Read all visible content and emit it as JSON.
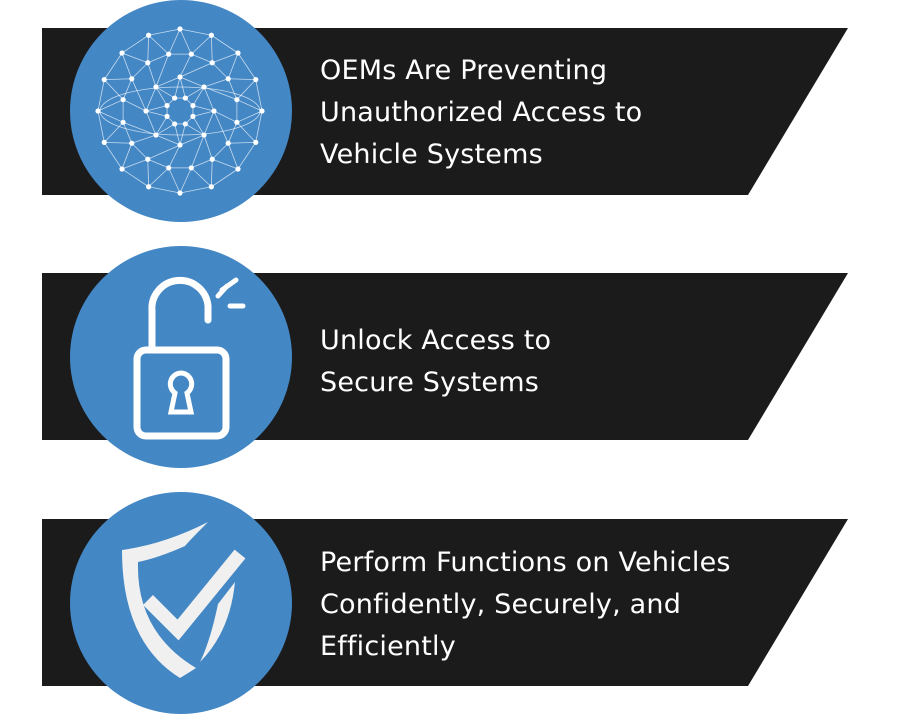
{
  "colors": {
    "bar": "#1b1b1b",
    "circle": "#4387c5",
    "icon": "#ffffff"
  },
  "items": [
    {
      "icon": "network-globe-icon",
      "lines": [
        "OEMs Are Preventing",
        "Unauthorized Access to",
        "Vehicle Systems"
      ]
    },
    {
      "icon": "unlocked-padlock-icon",
      "lines": [
        "Unlock Access to",
        "Secure Systems"
      ]
    },
    {
      "icon": "shield-check-icon",
      "lines": [
        "Perform Functions on Vehicles",
        "Confidently, Securely, and",
        "Efficiently"
      ]
    }
  ]
}
